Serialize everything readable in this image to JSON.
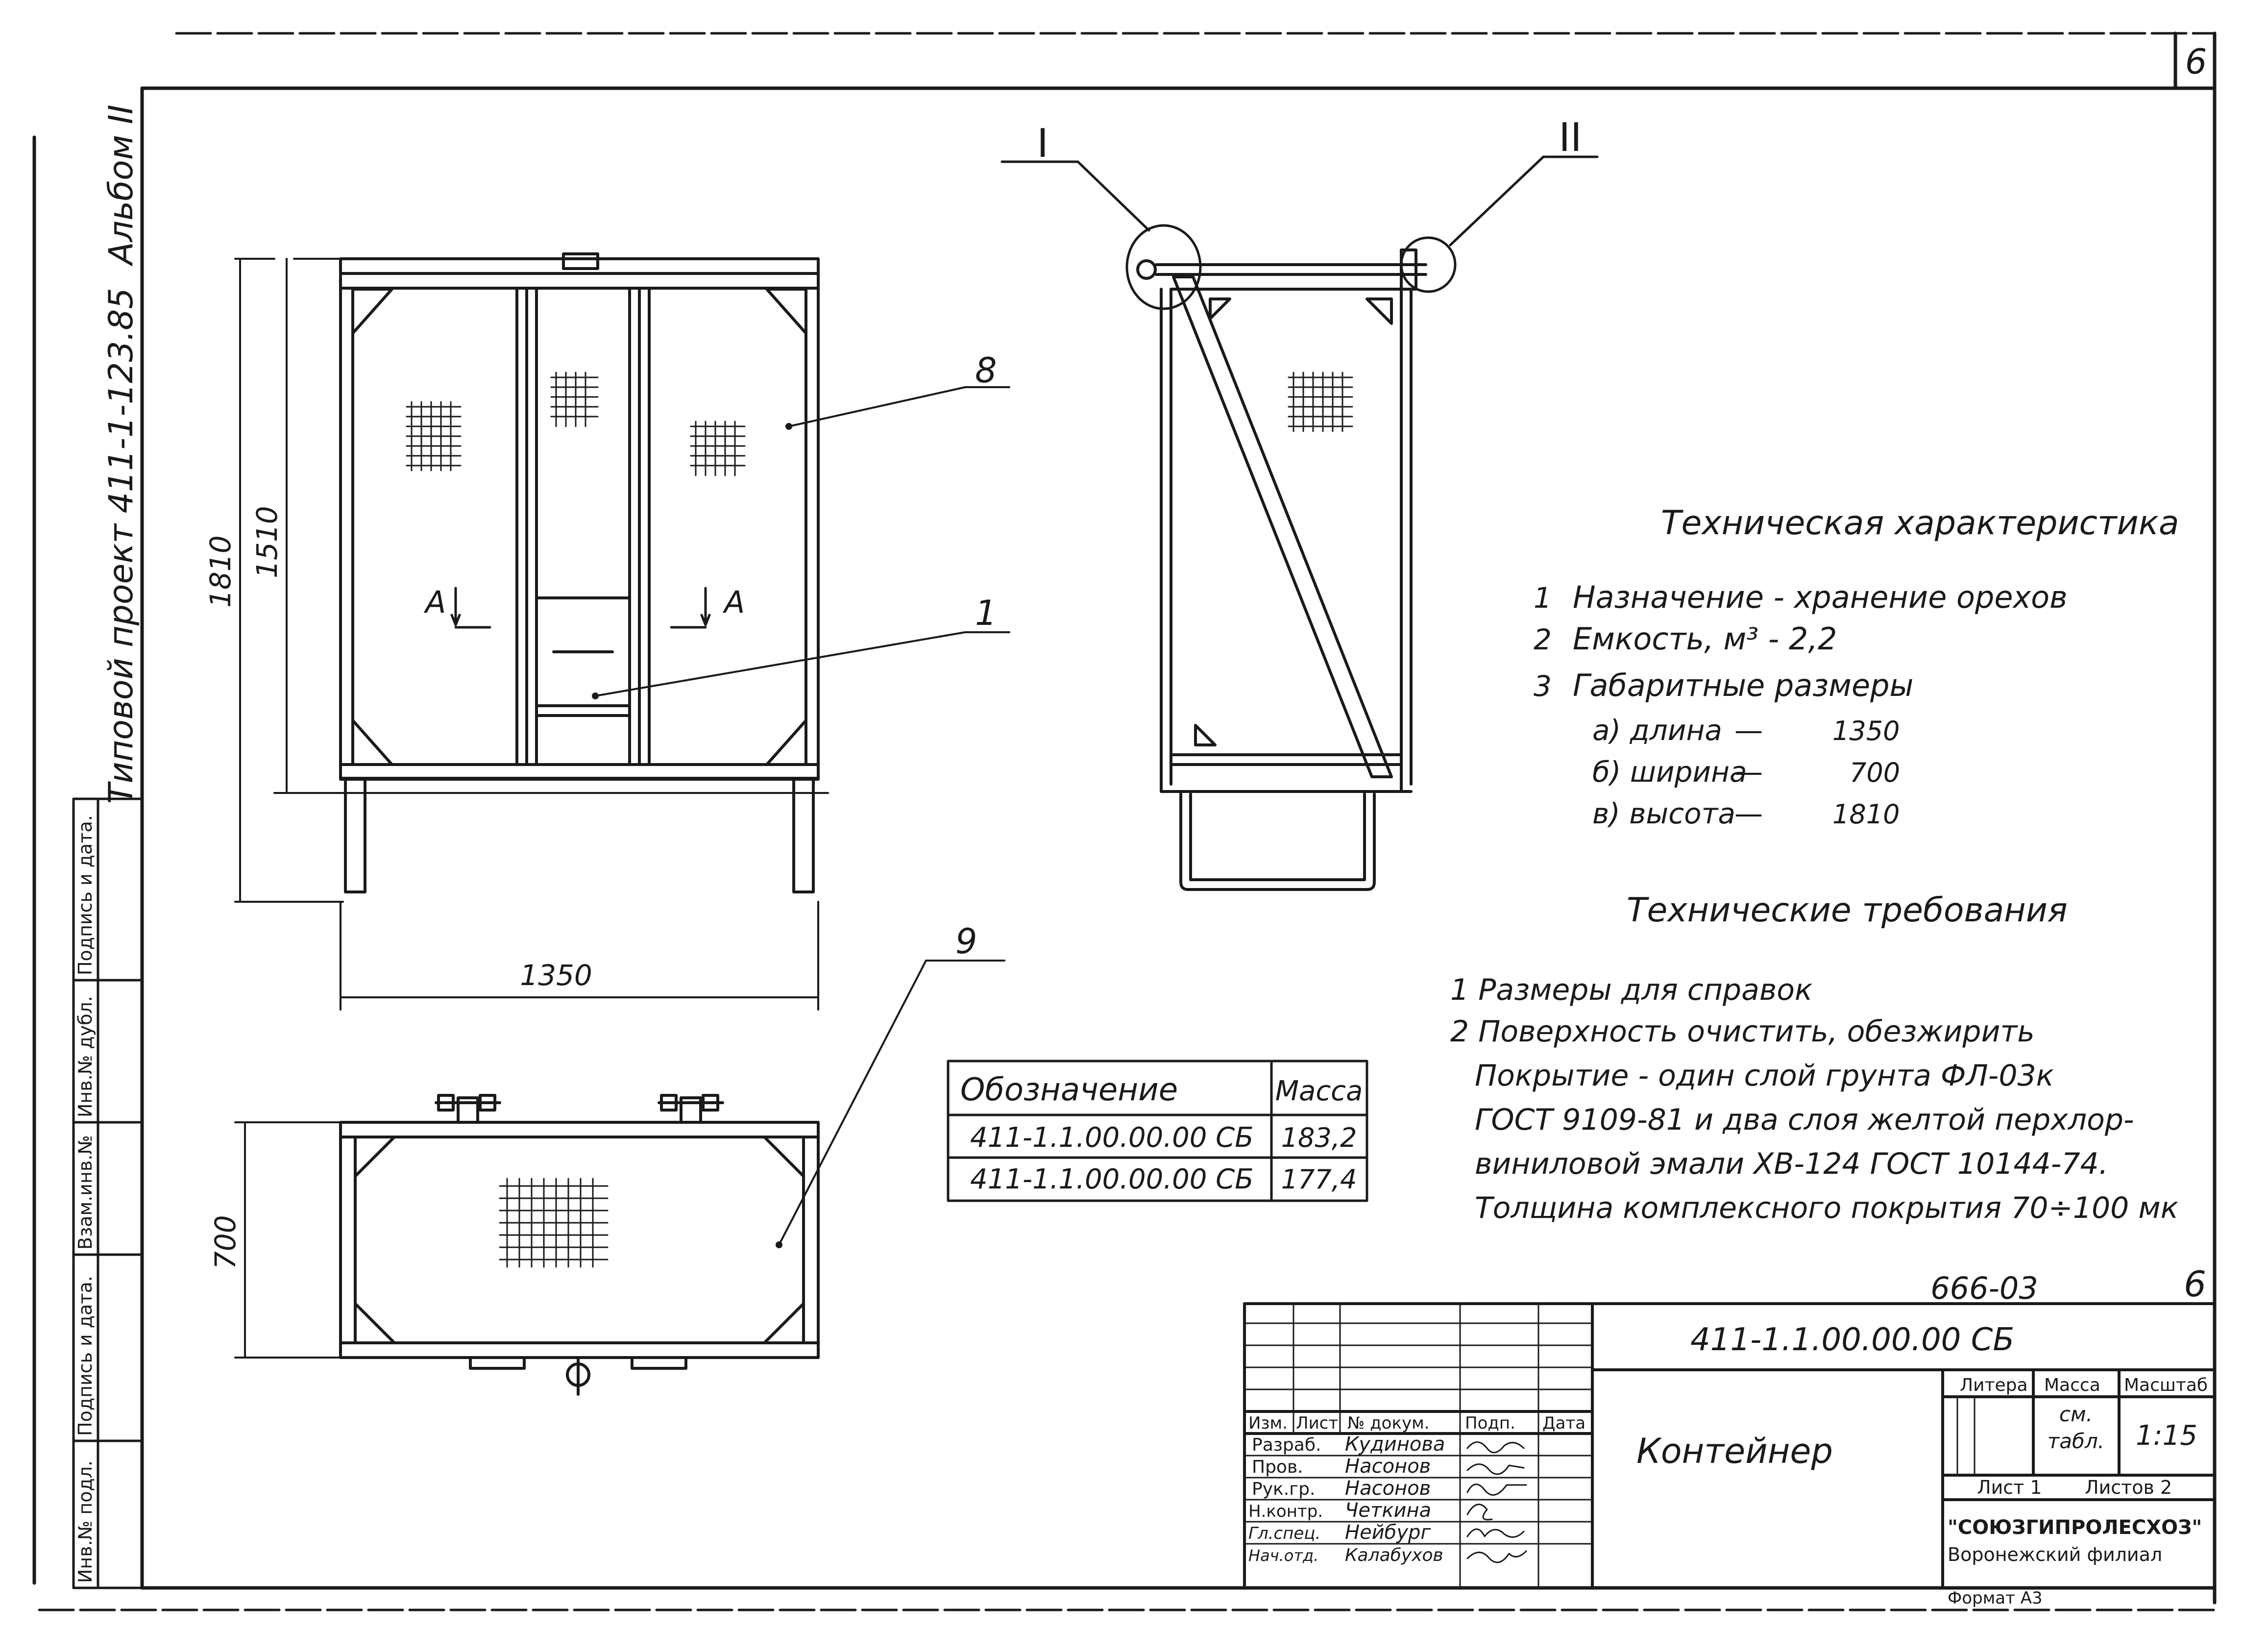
{
  "sheet_number": "6",
  "album": "Альбом II",
  "project": "Типовой проект 411-1-123.85",
  "side_stamp_labels": [
    "Подпись и дата.",
    "Инв.№ дубл.",
    "Взам.инв.№",
    "Подпись и дата.",
    "Инв.№ подл."
  ],
  "front_view": {
    "dim_total_height": "1810",
    "dim_body_height": "1510",
    "dim_width": "1350",
    "section_left": "A",
    "section_right": "A"
  },
  "side_view": {
    "detail_1": "I",
    "detail_2": "II"
  },
  "top_view": {
    "dim_depth": "700"
  },
  "callouts": {
    "c8": "8",
    "c1": "1",
    "c9": "9"
  },
  "tech_characteristics": {
    "title": "Техническая характеристика",
    "items": [
      {
        "num": "1",
        "text": "Назначение - хранение орехов"
      },
      {
        "num": "2",
        "text": "Емкость, м³ - 2,2"
      },
      {
        "num": "3",
        "text": "Габаритные размеры"
      }
    ],
    "dims": [
      {
        "label": "а) длина",
        "value": "1350"
      },
      {
        "label": "б) ширина",
        "value": "700"
      },
      {
        "label": "в) высота",
        "value": "1810"
      }
    ]
  },
  "tech_requirements": {
    "title": "Технические требования",
    "items": [
      "1 Размеры для справок",
      "2 Поверхность очистить, обезжирить",
      "Покрытие - один слой грунта ФЛ-03к",
      "ГОСТ 9109-81 и два слоя желтой перхлор-",
      "виниловой эмали ХВ-124 ГОСТ 10144-74.",
      "Толщина комплексного покрытия 70÷100 мк"
    ]
  },
  "mass_table": {
    "headers": [
      "Обозначение",
      "Масса"
    ],
    "rows": [
      [
        "411-1.1.00.00.00 СБ",
        "183,2"
      ],
      [
        "411-1.1.00.00.00 СБ",
        "177,4"
      ]
    ]
  },
  "title_block": {
    "code": "666-03",
    "sheet": "6",
    "designation": "411-1.1.00.00.00 СБ",
    "name": "Контейнер",
    "col_headers": [
      "Изм.",
      "Лист",
      "№ докум.",
      "Подп.",
      "Дата"
    ],
    "roles": [
      "Разраб.",
      "Пров.",
      "Рук.гр.",
      "Н.контр.",
      "Гл.спец.",
      "Нач.отд."
    ],
    "persons": [
      "Кудинова",
      "Насонов",
      "Насонов",
      "Четкина",
      "Нейбург",
      "Калабухов"
    ],
    "litera_label": "Литера",
    "mass_label": "Масса",
    "scale_label": "Масштаб",
    "mass_value_1": "см.",
    "mass_value_2": "табл.",
    "scale_value": "1:15",
    "list_label": "Лист 1",
    "lists_label": "Листов 2",
    "org": "\"СОЮЗГИПРОЛЕСХОЗ\"",
    "branch": "Воронежский филиал",
    "format": "Формат А3"
  }
}
